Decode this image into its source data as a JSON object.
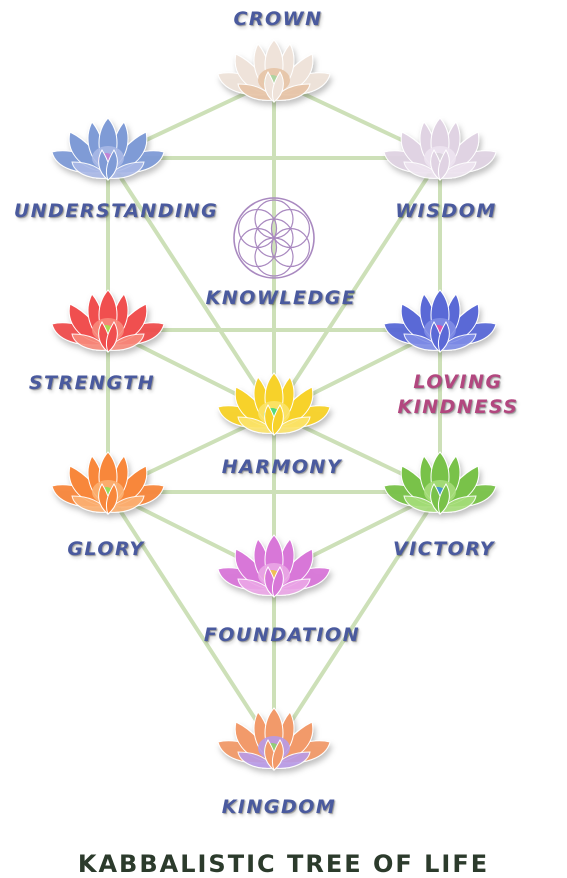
{
  "title": "KABBALISTIC TREE OF LIFE",
  "colors": {
    "label": "#4a5a9e",
    "label_alt": "#b2477f",
    "path_line": "#cde0b8",
    "seed_of_life": "#a989c0"
  },
  "sefirot": {
    "crown": {
      "label": "CROWN",
      "petal": "#efe3da",
      "core": "#e6c3a5",
      "accent": "#a8d5a0",
      "icon": "lotus-icon"
    },
    "understanding": {
      "label": "UNDERSTANDING",
      "petal": "#7f9bd6",
      "core": "#a9b8e6",
      "accent": "#c47fd3",
      "icon": "lotus-icon"
    },
    "wisdom": {
      "label": "WISDOM",
      "petal": "#e0d3e3",
      "core": "#ede3ef",
      "accent": "#d8d1d9",
      "icon": "lotus-icon"
    },
    "knowledge": {
      "label": "KNOWLEDGE",
      "icon": "seed-of-life-icon"
    },
    "strength": {
      "label": "STRENGTH",
      "petal": "#f04f4f",
      "core": "#f78a7b",
      "accent": "#a3e04f",
      "icon": "lotus-icon"
    },
    "loving_kindness": {
      "line1": "LOVING",
      "line2": "KINDNESS",
      "petal": "#5a69d6",
      "core": "#7f8de6",
      "accent": "#e64ea8",
      "icon": "lotus-icon"
    },
    "harmony": {
      "label": "HARMONY",
      "petal": "#f7d22a",
      "core": "#fbe36a",
      "accent": "#43d87a",
      "icon": "lotus-icon"
    },
    "glory": {
      "label": "GLORY",
      "petal": "#f8873b",
      "core": "#fbb072",
      "accent": "#8fe25b",
      "icon": "lotus-icon"
    },
    "victory": {
      "label": "VICTORY",
      "petal": "#79c24a",
      "core": "#a6dd79",
      "accent": "#3c8fd1",
      "icon": "lotus-icon"
    },
    "foundation": {
      "label": "FOUNDATION",
      "petal": "#d877d8",
      "core": "#eaa6e6",
      "accent": "#f0c247",
      "icon": "lotus-icon"
    },
    "kingdom": {
      "label": "KINGDOM",
      "petal": "#f29a6b",
      "core": "#b89ae6",
      "accent": "#8ed06b",
      "icon": "lotus-icon"
    }
  }
}
